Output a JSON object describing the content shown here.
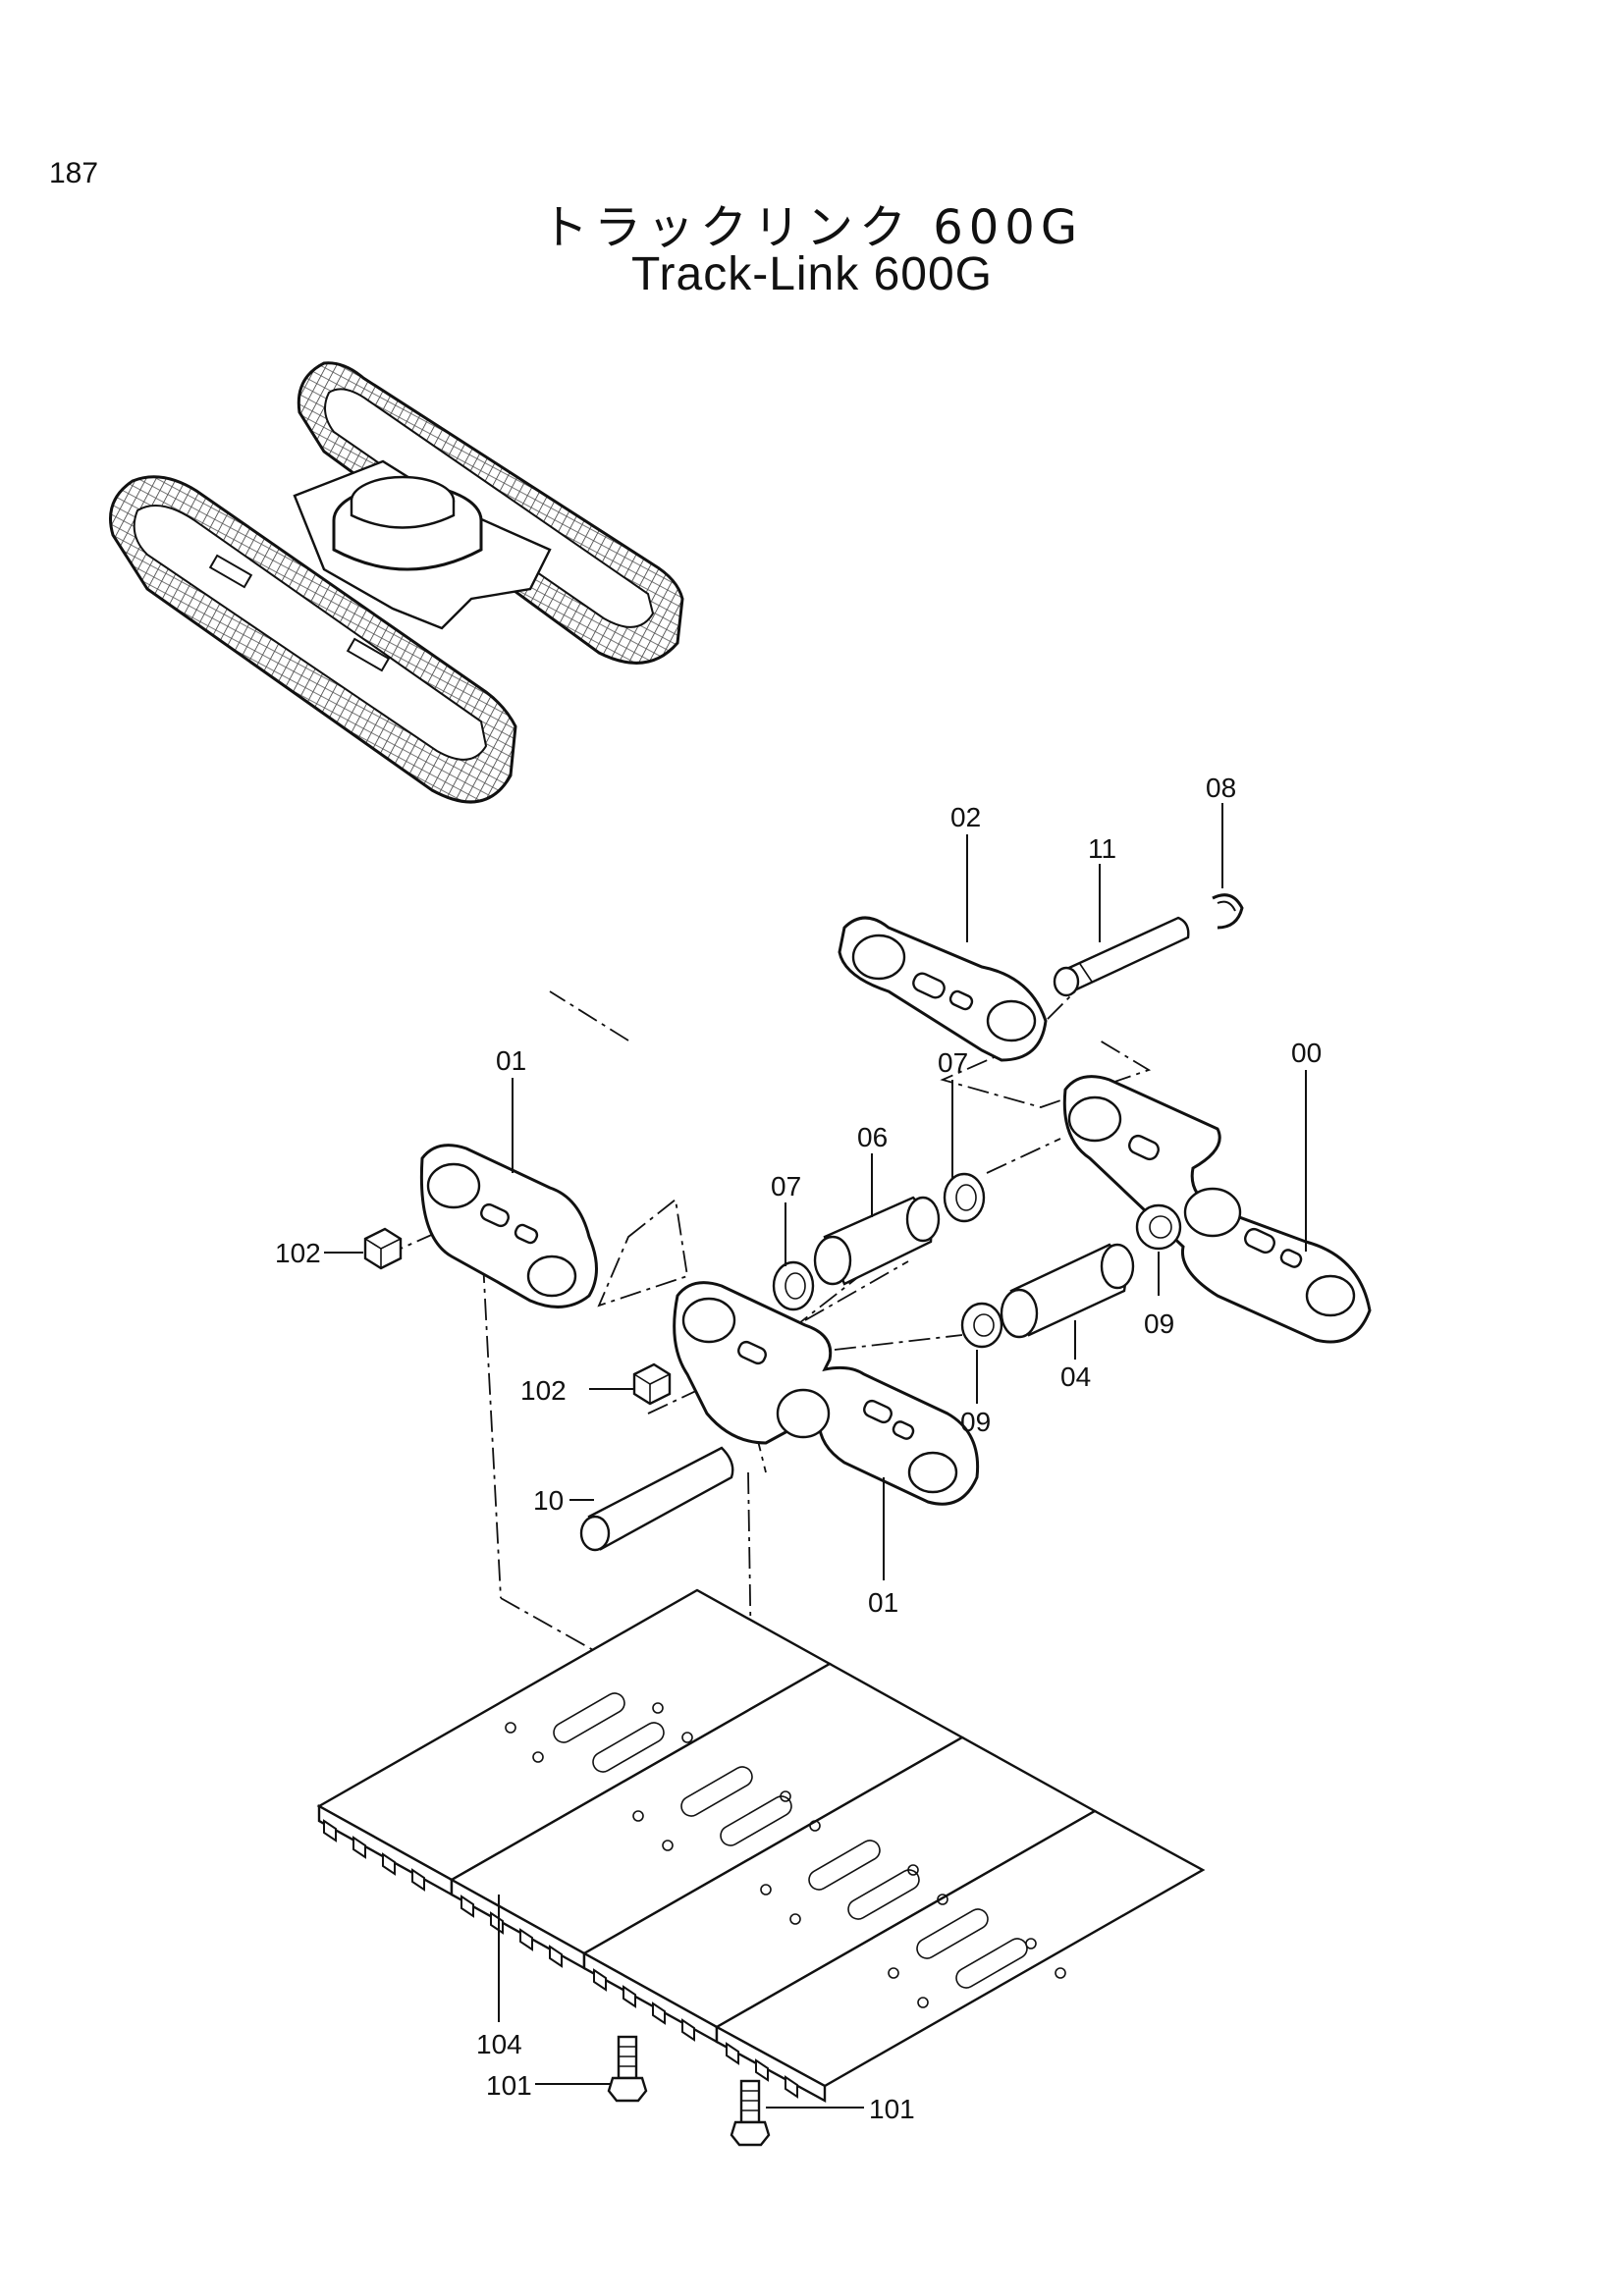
{
  "page_number": "187",
  "title_ja": "トラックリンク 600G",
  "title_en": "Track-Link 600G",
  "labels": {
    "p00": "00",
    "p01a": "01",
    "p01b": "01",
    "p02": "02",
    "p04": "04",
    "p06": "06",
    "p07a": "07",
    "p07b": "07",
    "p08": "08",
    "p09a": "09",
    "p09b": "09",
    "p10": "10",
    "p11": "11",
    "p101a": "101",
    "p101b": "101",
    "p102a": "102",
    "p102b": "102",
    "p104": "104"
  }
}
